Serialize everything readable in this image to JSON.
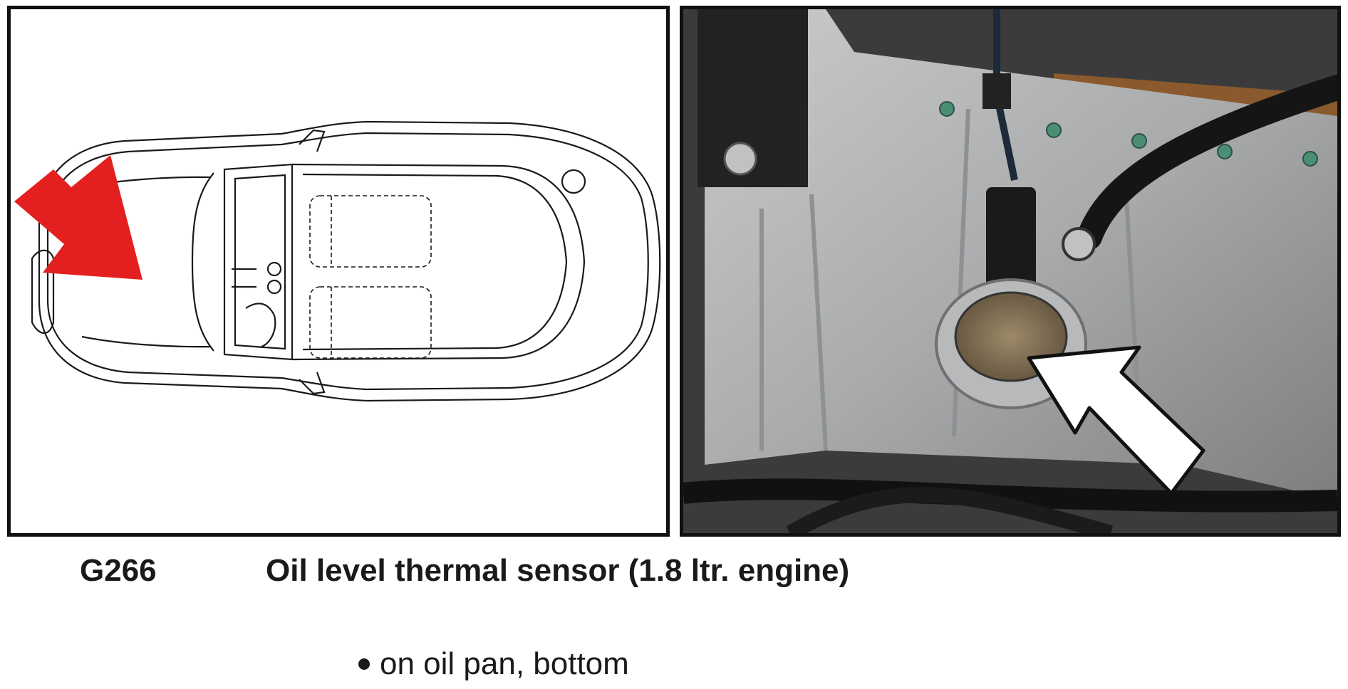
{
  "figure": {
    "component_code": "G266",
    "component_title": "Oil level thermal sensor (1.8 ltr. engine)",
    "location_note": "on oil pan, bottom"
  },
  "colors": {
    "location_arrow": "#e3201f",
    "sensor_arrow": "#ffffff",
    "frame": "#111111",
    "text": "#1a1a1a"
  },
  "illustrations": {
    "left": "car-top-view-line-drawing",
    "right": "oil-pan-sensor-photo"
  }
}
